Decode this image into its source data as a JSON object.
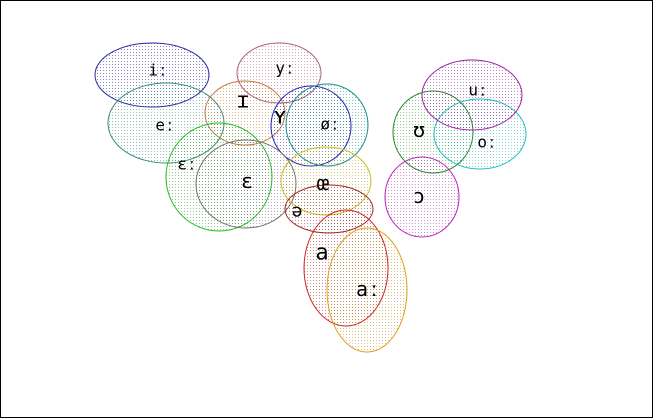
{
  "patterns": [
    {
      "id": "dots-blue",
      "color": "#2a2aa0"
    },
    {
      "id": "dots-teal",
      "color": "#3a8a80"
    },
    {
      "id": "dots-pink",
      "color": "#b06080"
    },
    {
      "id": "dots-orange",
      "color": "#c07a3a"
    },
    {
      "id": "dots-navy",
      "color": "#303090"
    },
    {
      "id": "dots-cyan",
      "color": "#209090"
    },
    {
      "id": "dots-green",
      "color": "#3a9a3a"
    },
    {
      "id": "dots-gray",
      "color": "#707070"
    },
    {
      "id": "dots-yellow",
      "color": "#b0a020"
    },
    {
      "id": "dots-darkred",
      "color": "#903030"
    },
    {
      "id": "dots-red",
      "color": "#a03030"
    },
    {
      "id": "dots-gold",
      "color": "#c09020"
    },
    {
      "id": "dots-magenta",
      "color": "#a040a0"
    },
    {
      "id": "dots-aqua",
      "color": "#30b0b0"
    },
    {
      "id": "dots-purple",
      "color": "#8a2a9a"
    }
  ],
  "vowels": [
    {
      "label": "iː",
      "stroke": "#2a2aa0",
      "pattern": "dots-blue"
    },
    {
      "label": "eː",
      "stroke": "#3a8a80",
      "pattern": "dots-teal"
    },
    {
      "label": "yː",
      "stroke": "#b06080",
      "pattern": "dots-pink"
    },
    {
      "label": "ɪ",
      "stroke": "#c07a3a",
      "pattern": "dots-orange"
    },
    {
      "label": "ʏ",
      "stroke": "#2020c0",
      "pattern": "dots-navy"
    },
    {
      "label": "øː",
      "stroke": "#209090",
      "pattern": "dots-cyan"
    },
    {
      "label": "ɛː",
      "stroke": "#20c020",
      "pattern": "dots-green"
    },
    {
      "label": "ɛ",
      "stroke": "#707070",
      "pattern": "dots-gray"
    },
    {
      "label": "œ",
      "stroke": "#d0c020",
      "pattern": "dots-yellow"
    },
    {
      "label": "ə",
      "stroke": "#a02020",
      "pattern": "dots-darkred"
    },
    {
      "label": "a",
      "stroke": "#d02020",
      "pattern": "dots-red"
    },
    {
      "label": "aː",
      "stroke": "#e0a020",
      "pattern": "dots-gold"
    },
    {
      "label": "ʊ",
      "stroke": "#2a8a2a",
      "pattern": "dots-green"
    },
    {
      "label": "ɔ",
      "stroke": "#c020c0",
      "pattern": "dots-magenta"
    },
    {
      "label": "oː",
      "stroke": "#20c0c0",
      "pattern": "dots-aqua"
    },
    {
      "label": "uː",
      "stroke": "#a020a0",
      "pattern": "dots-purple"
    }
  ]
}
